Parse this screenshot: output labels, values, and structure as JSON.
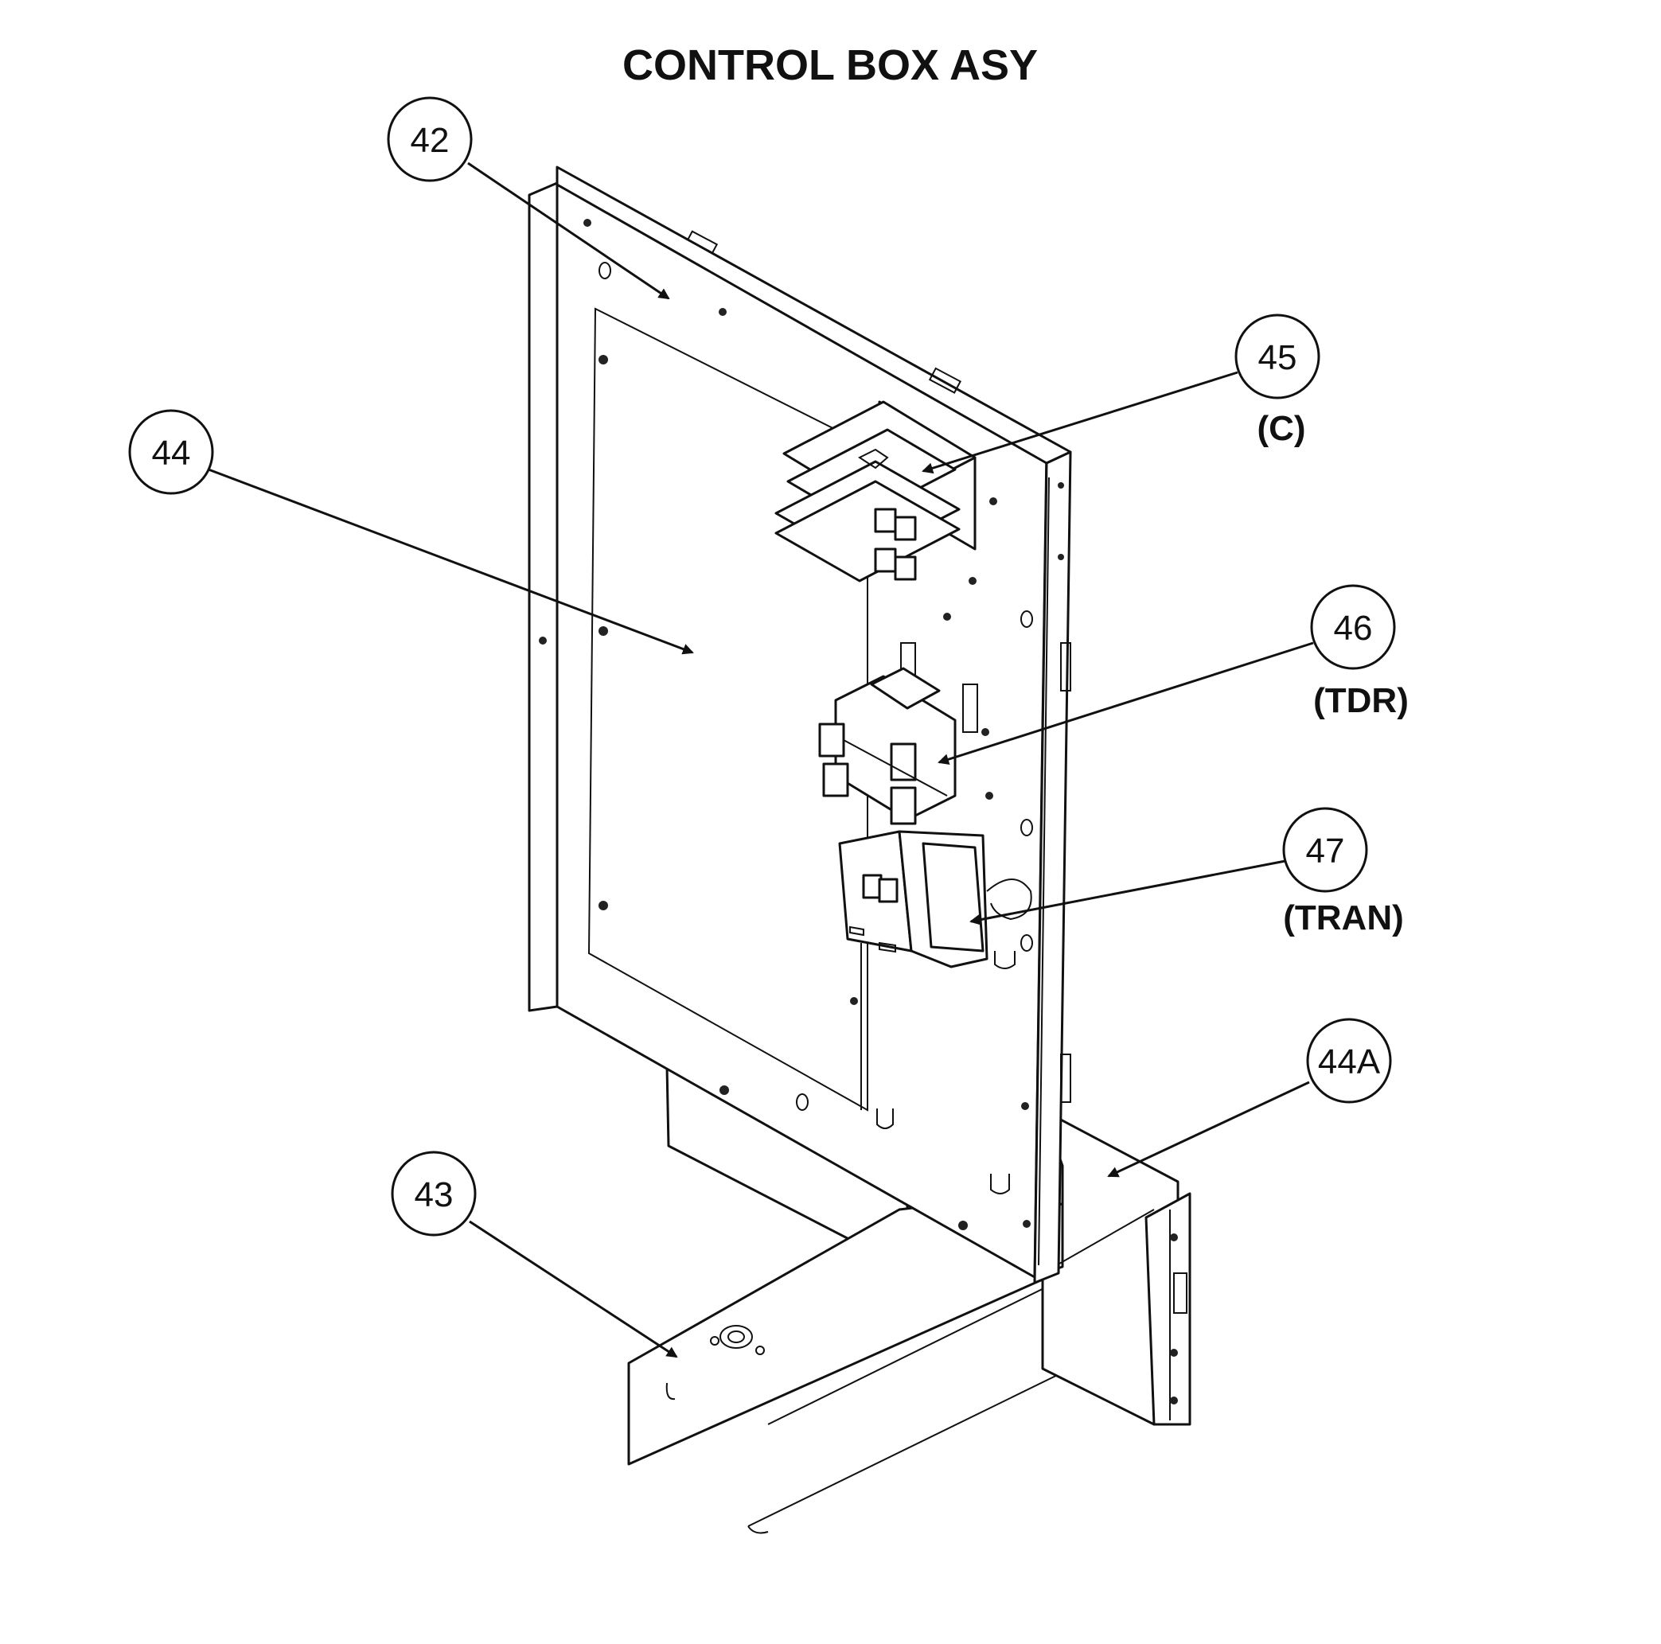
{
  "title": "CONTROL BOX ASY",
  "callouts": [
    {
      "id": "42",
      "label": "42",
      "sublabel": ""
    },
    {
      "id": "43",
      "label": "43",
      "sublabel": ""
    },
    {
      "id": "44",
      "label": "44",
      "sublabel": ""
    },
    {
      "id": "44A",
      "label": "44A",
      "sublabel": ""
    },
    {
      "id": "45",
      "label": "45",
      "sublabel": "(C)"
    },
    {
      "id": "46",
      "label": "46",
      "sublabel": "(TDR)"
    },
    {
      "id": "47",
      "label": "47",
      "sublabel": "(TRAN)"
    }
  ]
}
